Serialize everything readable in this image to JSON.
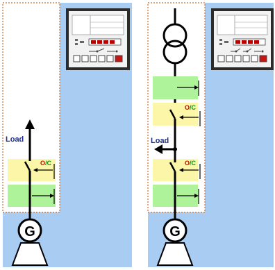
{
  "colors": {
    "panel_bg": "#a9cdf2",
    "column_bg": "#ffffff",
    "dotted_border": "#d2691e",
    "breaker_zone": "#fbf6a8",
    "measure_zone": "#aef29a",
    "load_label": "#1f2e8a",
    "oc_o": "#d40000",
    "oc_c": "#1b8a1b"
  },
  "left_panel": {
    "load_label": "Load",
    "oc_o": "O",
    "oc_sep": "/",
    "oc_c": "C",
    "generator_label": "G"
  },
  "right_panel": {
    "load_label": "Load",
    "oc_top_o": "O",
    "oc_top_sep": "/",
    "oc_top_c": "C",
    "oc_bottom_o": "O",
    "oc_bottom_sep": "/",
    "oc_bottom_c": "C",
    "generator_label": "G"
  },
  "icons": {
    "controller": "controller-device-icon",
    "transformer": "transformer-icon",
    "generator": "generator-icon",
    "breaker": "breaker-switch-icon",
    "sensor_arrow": "sensor-arrow-icon"
  }
}
